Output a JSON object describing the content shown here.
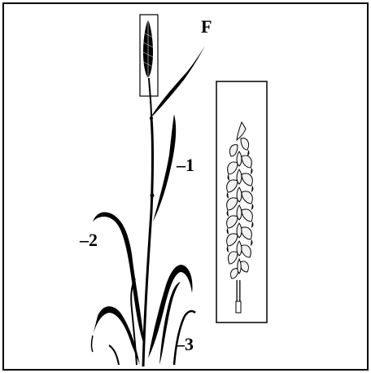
{
  "labels": {
    "flag_leaf": "F",
    "leaf_1": "–1",
    "leaf_2": "–2",
    "leaf_3": "–3"
  },
  "colors": {
    "ink": "#000000",
    "background": "#ffffff",
    "spike_fill": "#f2f2f2"
  },
  "icons": {
    "plant": "wheat-plant-illustration",
    "spike_zoom": "wheat-spike-enlarged-illustration"
  }
}
